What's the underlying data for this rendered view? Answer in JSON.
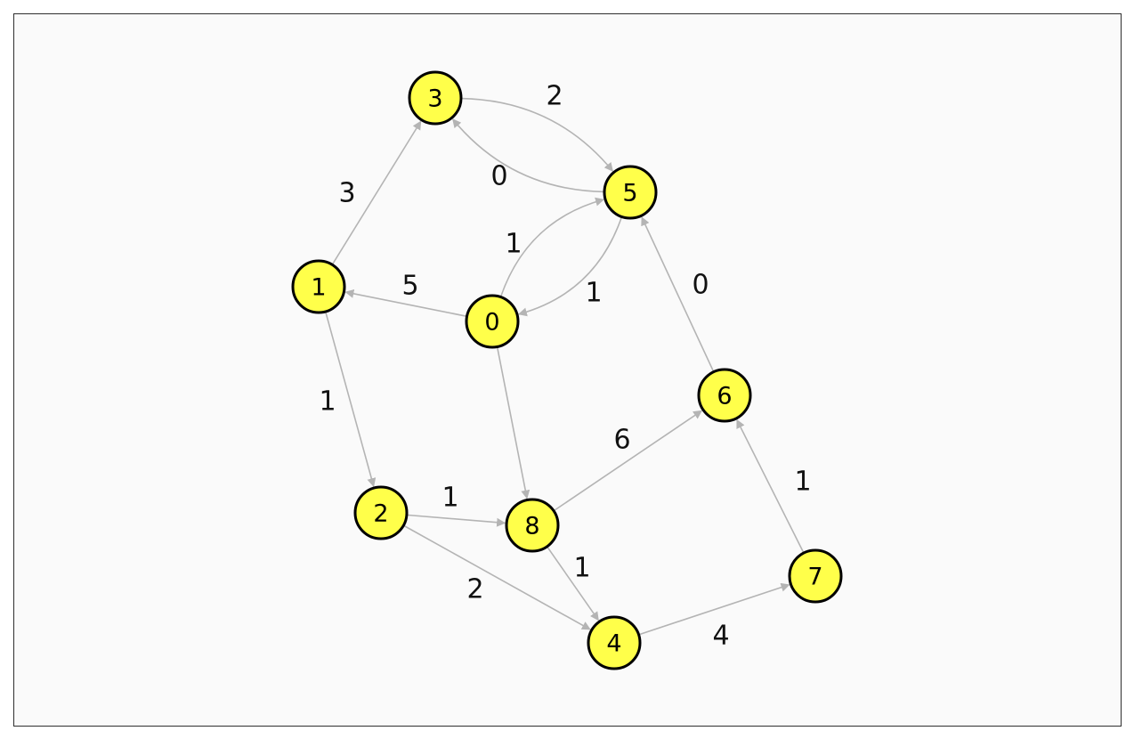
{
  "colors": {
    "node_fill": "#ffff4a",
    "node_stroke": "#000000",
    "edge": "#b4b4b4",
    "frame_border": "#2f2f2f",
    "background": "#fafafa"
  },
  "graph": {
    "directed": true,
    "nodes": [
      {
        "id": "0",
        "label": "0"
      },
      {
        "id": "1",
        "label": "1"
      },
      {
        "id": "2",
        "label": "2"
      },
      {
        "id": "3",
        "label": "3"
      },
      {
        "id": "4",
        "label": "4"
      },
      {
        "id": "5",
        "label": "5"
      },
      {
        "id": "6",
        "label": "6"
      },
      {
        "id": "7",
        "label": "7"
      },
      {
        "id": "8",
        "label": "8"
      }
    ],
    "edges": [
      {
        "from": "0",
        "to": "1",
        "weight": "5"
      },
      {
        "from": "0",
        "to": "5",
        "weight": "1"
      },
      {
        "from": "5",
        "to": "0",
        "weight": "1"
      },
      {
        "from": "0",
        "to": "8",
        "weight": ""
      },
      {
        "from": "1",
        "to": "3",
        "weight": "3"
      },
      {
        "from": "1",
        "to": "2",
        "weight": "1"
      },
      {
        "from": "3",
        "to": "5",
        "weight": "2"
      },
      {
        "from": "5",
        "to": "3",
        "weight": "0"
      },
      {
        "from": "6",
        "to": "5",
        "weight": "0"
      },
      {
        "from": "8",
        "to": "6",
        "weight": "6"
      },
      {
        "from": "7",
        "to": "6",
        "weight": "1"
      },
      {
        "from": "2",
        "to": "8",
        "weight": "1"
      },
      {
        "from": "2",
        "to": "4",
        "weight": "2"
      },
      {
        "from": "8",
        "to": "4",
        "weight": "1"
      },
      {
        "from": "4",
        "to": "7",
        "weight": "4"
      }
    ]
  }
}
